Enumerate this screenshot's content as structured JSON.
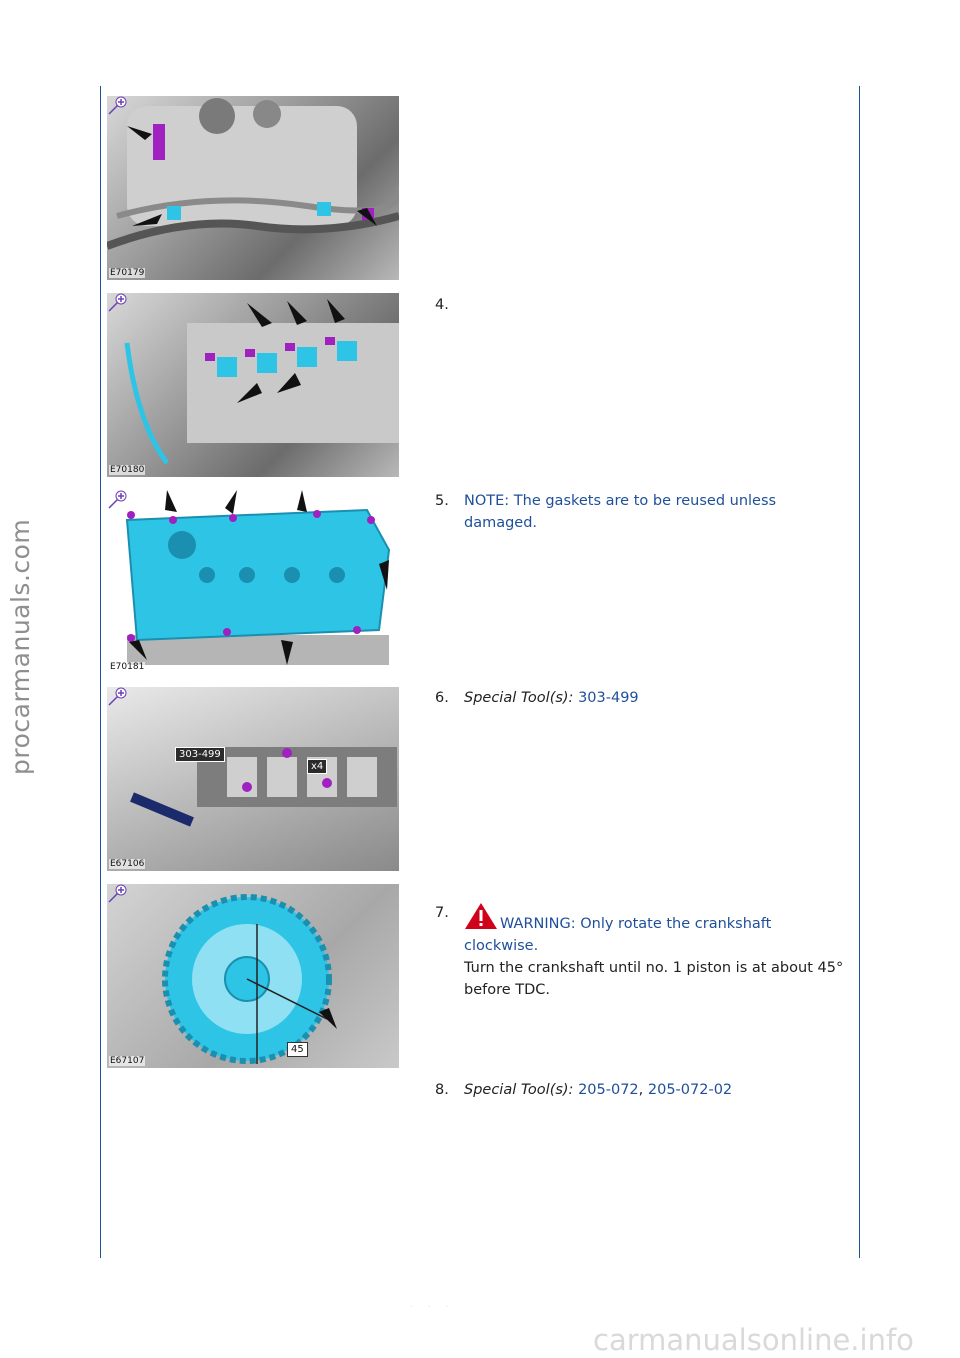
{
  "watermark_side": "procarmanuals.com",
  "watermark_bottom": "carmanualsonline.info",
  "page_number": ". . .",
  "figures": [
    {
      "id": "E70179"
    },
    {
      "id": "E70180"
    },
    {
      "id": "E70181"
    },
    {
      "id": "E67106",
      "tags": [
        "303-499",
        "x4"
      ]
    },
    {
      "id": "E67107",
      "tags": [
        "45"
      ]
    }
  ],
  "steps": [
    {
      "number": "4."
    },
    {
      "number": "5.",
      "note": "NOTE: The gaskets are to be reused unless damaged."
    },
    {
      "number": "6.",
      "label": "Special Tool(s):",
      "tools": [
        "303-499"
      ]
    },
    {
      "number": "7.",
      "warning": "WARNING: Only rotate the crankshaft clockwise.",
      "text": "Turn the crankshaft until no. 1 piston is at about 45° before TDC."
    },
    {
      "number": "8.",
      "label": "Special Tool(s):",
      "tools": [
        "205-072",
        "205-072-02"
      ],
      "separator": ", "
    }
  ],
  "colors": {
    "accent": "#1f4f9a",
    "warning": "#d0021b",
    "part_highlight": "#2ec4e6",
    "fastener": "#a020c0"
  }
}
